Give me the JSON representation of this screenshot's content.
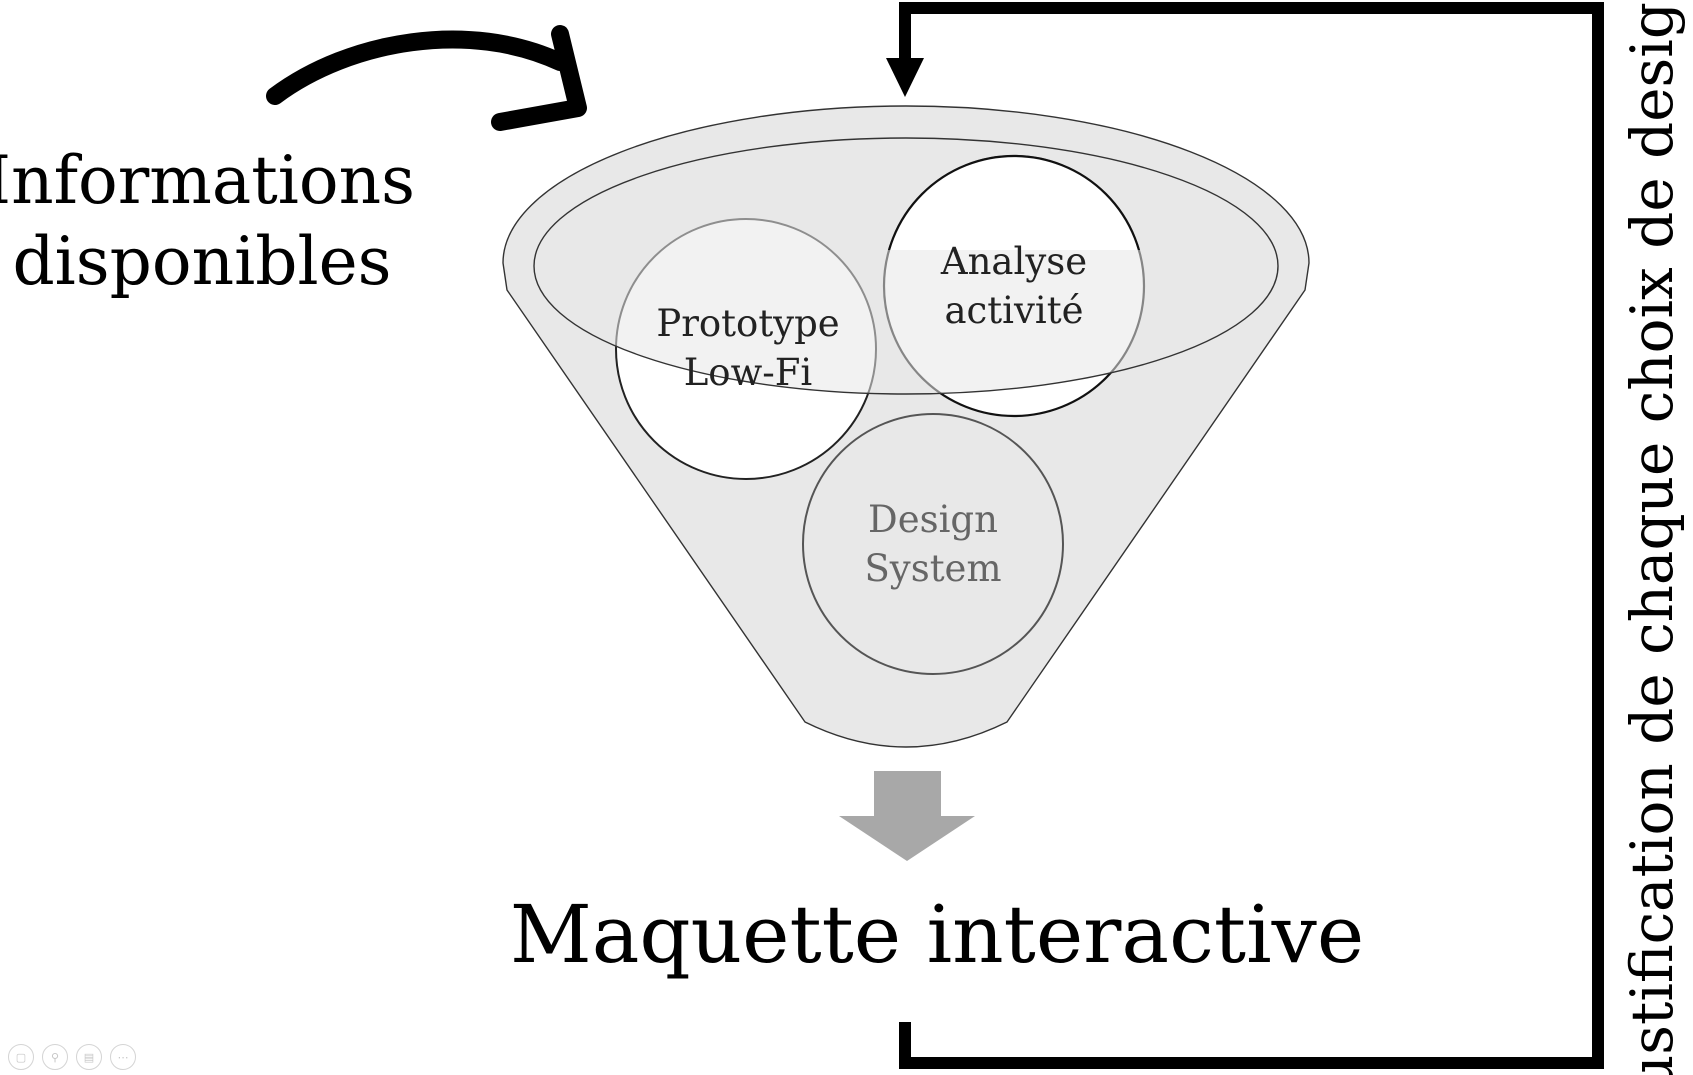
{
  "input": {
    "line1": "Informations",
    "line2": "disponibles"
  },
  "funnel": {
    "circles": [
      {
        "line1": "Prototype",
        "line2": "Low-Fi"
      },
      {
        "line1": "Analyse",
        "line2": "activité"
      },
      {
        "line1": "Design",
        "line2": "System"
      }
    ]
  },
  "output": {
    "label": "Maquette interactive"
  },
  "feedback": {
    "label": "Justification de chaque choix de design"
  },
  "toolbar": {
    "icons": [
      "slides-icon",
      "zoom-icon",
      "subtitles-icon",
      "more-icon"
    ]
  },
  "colors": {
    "funnel_fill": "#e8e8e8",
    "arrow_gray": "#a8a8a8",
    "stroke": "#000000"
  }
}
